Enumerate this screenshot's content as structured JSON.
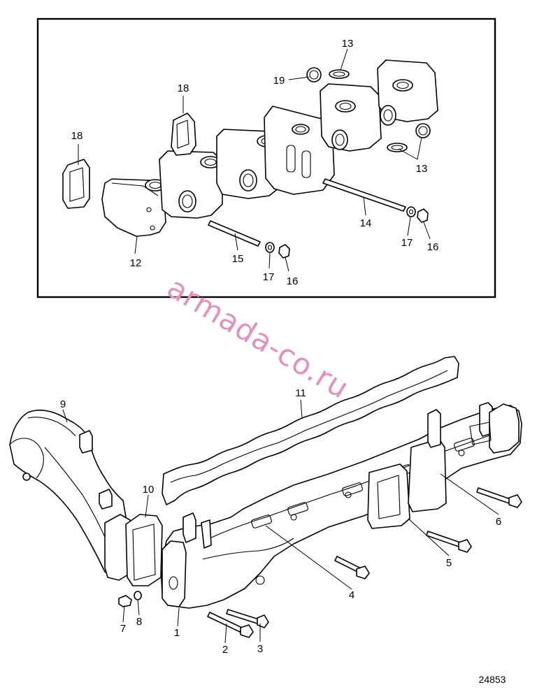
{
  "watermark": "armada-co.ru",
  "figure_id": "24853",
  "upper_callouts": {
    "c13a": "13",
    "c19": "19",
    "c18a": "18",
    "c18b": "18",
    "c13b": "13",
    "c14": "14",
    "c15": "15",
    "c17a": "17",
    "c16a": "16",
    "c17b": "17",
    "c16b": "16",
    "c12": "12"
  },
  "lower_callouts": {
    "c11": "11",
    "c9": "9",
    "c10": "10",
    "c6": "6",
    "c5": "5",
    "c4": "4",
    "c7": "7",
    "c8": "8",
    "c1": "1",
    "c2": "2",
    "c3": "3"
  },
  "colors": {
    "line": "#000000",
    "watermark": "#e48fc0",
    "background": "#ffffff"
  }
}
